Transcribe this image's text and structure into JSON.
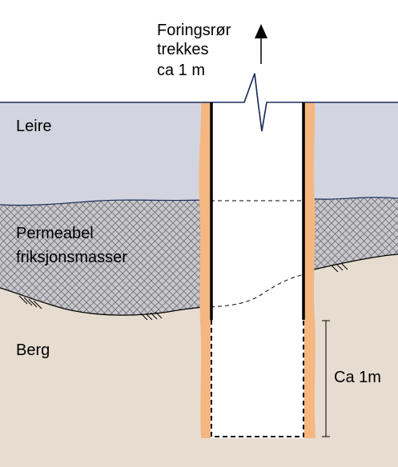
{
  "labels": {
    "action_line1": "Foringsrør",
    "action_line2": "trekkes",
    "action_line3": "ca 1 m",
    "clay": "Leire",
    "permeable_line1": "Permeabel",
    "permeable_line2": "friksjonsmasser",
    "rock": "Berg",
    "depth": "Ca 1m"
  },
  "colors": {
    "clay": "#d2d5df",
    "permeable_fill": "#c8c8cc",
    "rock": "#e6dcd0",
    "grout": "#f5b680",
    "ground_line": "#1c2d5a",
    "casing": "#000000",
    "borehole": "#ffffff"
  },
  "icons": [
    "up-arrow-icon",
    "break-symbol-icon",
    "dimension-bracket-icon"
  ]
}
